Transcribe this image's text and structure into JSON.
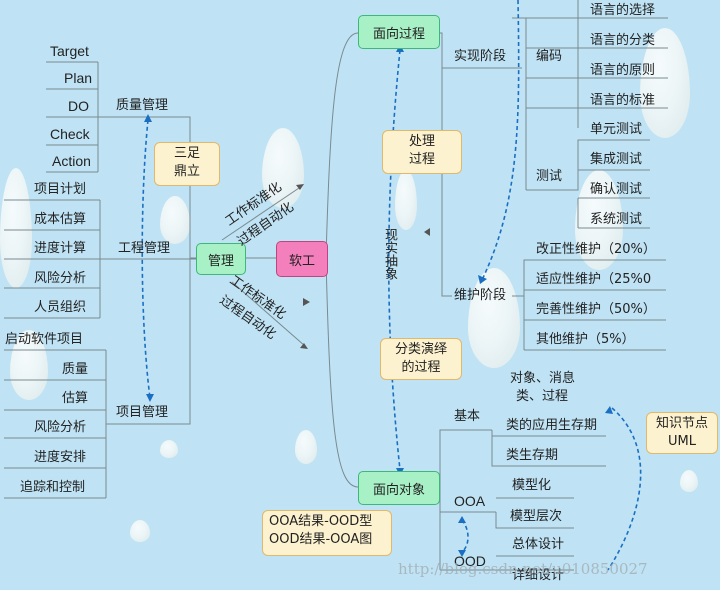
{
  "root": "软工",
  "management": {
    "label": "管理",
    "branch_up": [
      "工作标准化",
      "过程自动化"
    ],
    "quality": {
      "label": "质量管理",
      "items": [
        "Target",
        "Plan",
        "DO",
        "Check",
        "Action"
      ]
    },
    "engineering": {
      "label": "工程管理",
      "items": [
        "项目计划",
        "成本估算",
        "进度计算",
        "风险分析",
        "人员组织"
      ]
    },
    "project": {
      "label": "项目管理",
      "items": [
        "启动软件项目",
        "质量",
        "估算",
        "风险分析",
        "进度安排",
        "追踪和控制"
      ]
    },
    "callout": [
      "三足",
      "鼎立"
    ]
  },
  "branch_down": [
    "工作标准化",
    "过程自动化"
  ],
  "process": {
    "label": "面向过程",
    "impl": {
      "label": "实现阶段",
      "coding": {
        "label": "编码",
        "items": [
          "语言的选择",
          "语言的分类",
          "语言的原则",
          "语言的标准"
        ]
      },
      "testing": {
        "label": "测试",
        "items": [
          "单元测试",
          "集成测试",
          "确认测试",
          "系统测试"
        ]
      }
    },
    "maintenance": {
      "label": "维护阶段",
      "items": [
        "改正性维护（20%）",
        "适应性维护（25%0",
        "完善性维护（50%）",
        "其他维护（5%）"
      ]
    },
    "callout": [
      "处理",
      "过程"
    ]
  },
  "middle_vertical": "现实抽象",
  "object": {
    "label": "面向对象",
    "basic": {
      "label": "基本",
      "items": [
        "对象、消息",
        "类、过程",
        "类的应用生存期",
        "类生存期"
      ]
    },
    "ooa": {
      "label": "OOA",
      "items": [
        "模型化",
        "模型层次"
      ]
    },
    "ood": {
      "label": "OOD",
      "items": [
        "总体设计",
        "详细设计"
      ]
    },
    "callout": [
      "分类演绎",
      "的过程"
    ],
    "result_callout": [
      "OOA结果-OOD型",
      "OOD结果-OOA图"
    ],
    "knowledge_callout": [
      "知识节点",
      "UML"
    ]
  },
  "watermark": "http://blog.csdn.net/u010850027",
  "colors": {
    "background": "#bfe3f4",
    "node_green": "#a8f0c6",
    "root_pink": "#f47fbd",
    "callout": "#fdf2cf",
    "line": "#7a8a90",
    "dashed": "#1b6fc2"
  }
}
